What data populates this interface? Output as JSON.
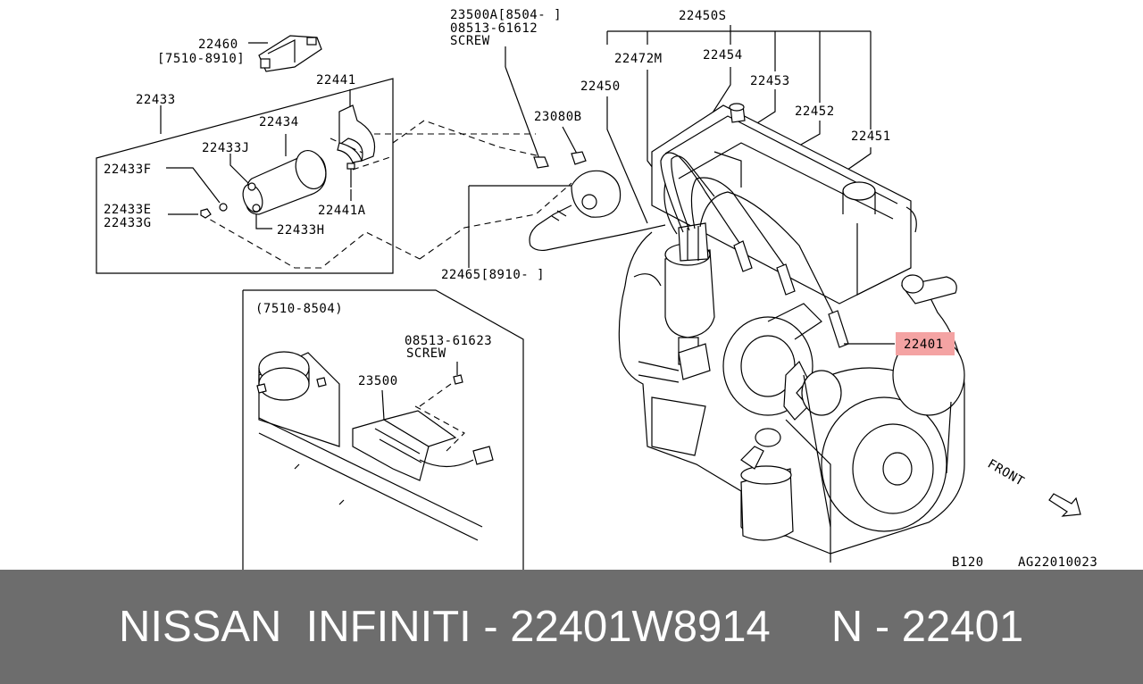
{
  "labels": {
    "p22460": "22460",
    "p22460_range": "[7510-8910]",
    "p22433": "22433",
    "p22441": "22441",
    "p22434": "22434",
    "p22433J": "22433J",
    "p22433F": "22433F",
    "p22433E": "22433E",
    "p22433G": "22433G",
    "p22441A": "22441A",
    "p22433H": "22433H",
    "p23500A": "23500A[8504-    ]",
    "p08513_top": "08513-61612",
    "screw_top": "SCREW",
    "p23080B": "23080B",
    "p22465": "22465[8910-    ]",
    "p22450S": "22450S",
    "p22472M": "22472M",
    "p22454": "22454",
    "p22450": "22450",
    "p22453": "22453",
    "p22452": "22452",
    "p22451": "22451",
    "p22401": "22401",
    "inset_range": "(7510-8504)",
    "p08513_inset": "08513-61623",
    "screw_inset": "SCREW",
    "p23500": "23500",
    "front": "FRONT",
    "ref_left": "B120",
    "ref_right": "AG22010023"
  },
  "colors": {
    "highlight": "#f4a3a3",
    "banner_bg": "#6d6d6d",
    "banner_text": "#ffffff"
  },
  "banner": {
    "text": "NISSAN  INFINITI - 22401W8914     N - 22401"
  }
}
